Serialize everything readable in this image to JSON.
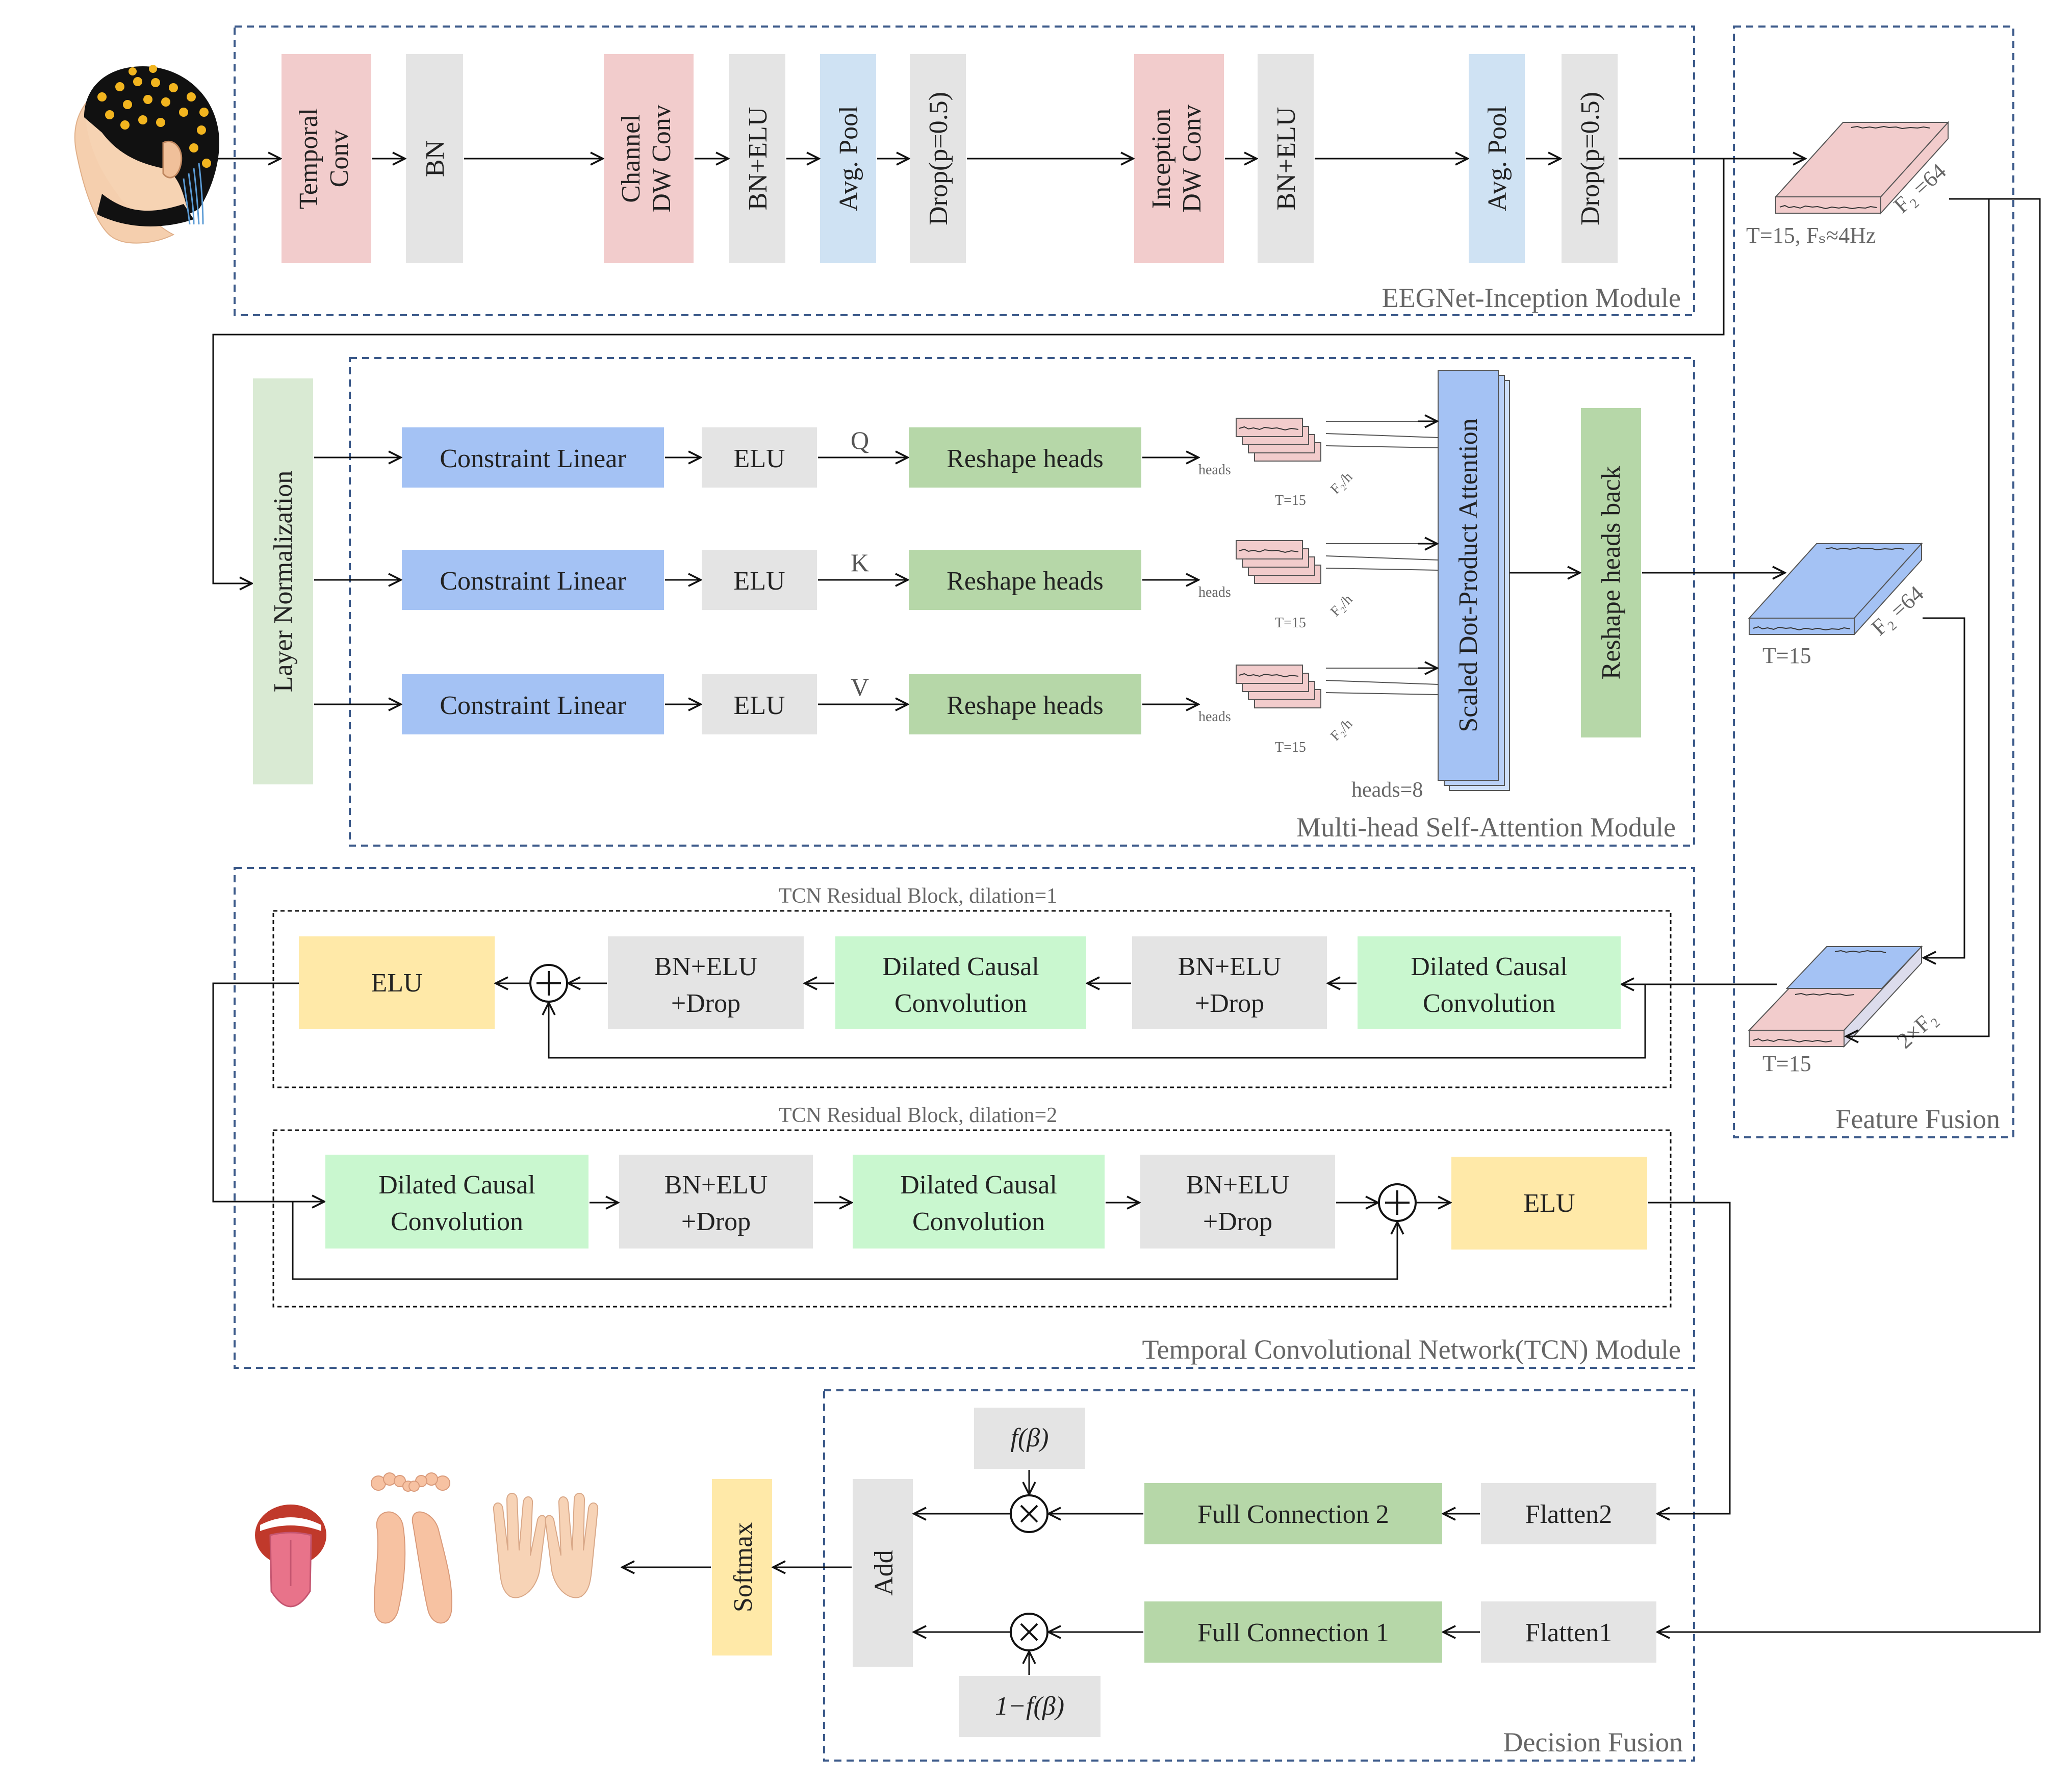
{
  "colors": {
    "pink": "#f2cccc",
    "gray": "#e4e4e4",
    "light_blue": "#cfe2f3",
    "blue": "#a4c2f4",
    "light_green": "#d9ead3",
    "green": "#b6d7a8",
    "mint": "#c9f7cf",
    "yellow": "#ffe9a8",
    "dash": "#3c5a8a"
  },
  "modules": {
    "eegnet": "EEGNet-Inception Module",
    "mhsa": "Multi-head Self-Attention Module",
    "tcn": "Temporal Convolutional Network(TCN) Module",
    "feature_fusion": "Feature Fusion",
    "decision_fusion": "Decision Fusion"
  },
  "eegnet": {
    "temporal_conv": [
      "Temporal",
      "Conv"
    ],
    "bn": "BN",
    "channel_dw": [
      "Channel",
      "DW Conv"
    ],
    "bn_elu_1": "BN+ELU",
    "avg_pool_1": "Avg. Pool",
    "drop_1": "Drop(p=0.5)",
    "inception_dw": [
      "Inception",
      "DW Conv"
    ],
    "bn_elu_2": "BN+ELU",
    "avg_pool_2": "Avg. Pool",
    "drop_2": "Drop(p=0.5)"
  },
  "feature_fusion": {
    "t1": "T=15, Fₛ≈4Hz",
    "f1": "F₂ =64",
    "t2": "T=15",
    "f2": "F₂ =64",
    "t3": "T=15",
    "f3": "2×F₂"
  },
  "mhsa": {
    "layer_norm": "Layer Normalization",
    "constraint_linear": "Constraint Linear",
    "elu": "ELU",
    "q": "Q",
    "k": "K",
    "v": "V",
    "reshape_heads": "Reshape heads",
    "heads": "heads",
    "t15": "T=15",
    "f2h": "F₂/h",
    "heads8": "heads=8",
    "sdpa": "Scaled Dot-Product Attention",
    "reshape_back": "Reshape heads back"
  },
  "tcn": {
    "block1_title": "TCN Residual Block, dilation=1",
    "block2_title": "TCN Residual Block, dilation=2",
    "elu": "ELU",
    "bn_elu_drop": [
      "BN+ELU",
      "+Drop"
    ],
    "dilated_causal": [
      "Dilated Causal",
      "Convolution"
    ]
  },
  "decision": {
    "f_beta": "f(β)",
    "one_minus_f_beta": "1−f(β)",
    "fc2": "Full Connection 2",
    "fc1": "Full Connection 1",
    "flatten2": "Flatten2",
    "flatten1": "Flatten1",
    "add": "Add",
    "softmax": "Softmax"
  }
}
